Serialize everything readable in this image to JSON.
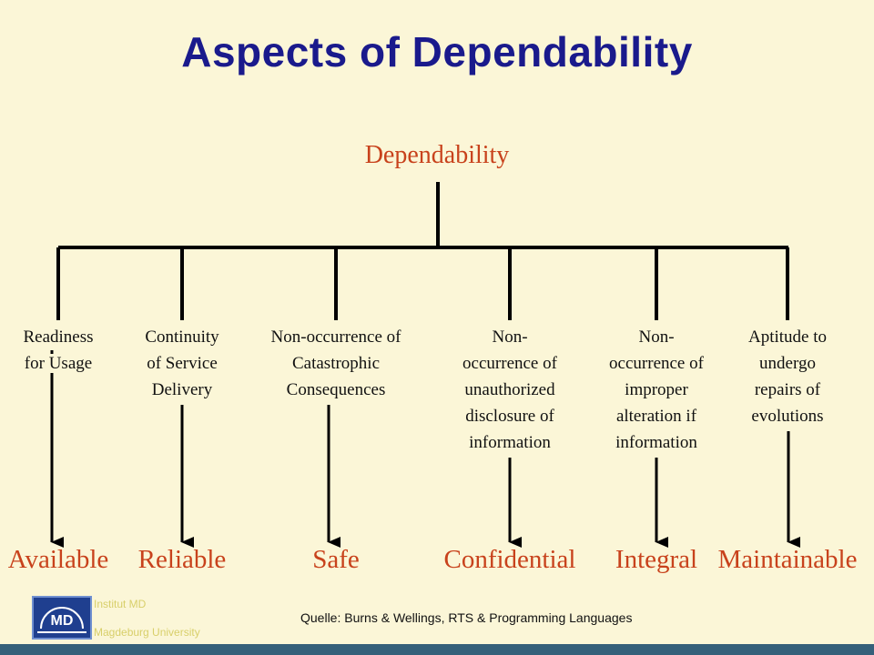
{
  "title": "Aspects of Dependability",
  "root": "Dependability",
  "aspects": [
    {
      "description": [
        "Readiness",
        "for Usage"
      ],
      "attribute": "Available"
    },
    {
      "description": [
        "Continuity",
        "of Service",
        "Delivery"
      ],
      "attribute": "Reliable"
    },
    {
      "description": [
        "Non-occurrence of",
        "Catastrophic",
        "Consequences"
      ],
      "attribute": "Safe"
    },
    {
      "description": [
        "Non-",
        "occurrence of",
        "unauthorized",
        "disclosure of",
        "information"
      ],
      "attribute": "Confidential"
    },
    {
      "description": [
        "Non-",
        "occurrence of",
        "improper",
        "alteration if",
        "information"
      ],
      "attribute": "Integral"
    },
    {
      "description": [
        "Aptitude to",
        "undergo",
        "repairs of",
        "evolutions"
      ],
      "attribute": "Maintainable"
    }
  ],
  "logo": {
    "icon": "md-logo-icon",
    "text_lines": [
      "Institut MD",
      "Magdeburg University"
    ]
  },
  "source": "Quelle: Burns & Wellings, RTS & Programming Languages",
  "colors": {
    "title": "#1a1a8c",
    "accent": "#c8421c",
    "background": "#fbf6d7",
    "bar": "#35607a"
  }
}
